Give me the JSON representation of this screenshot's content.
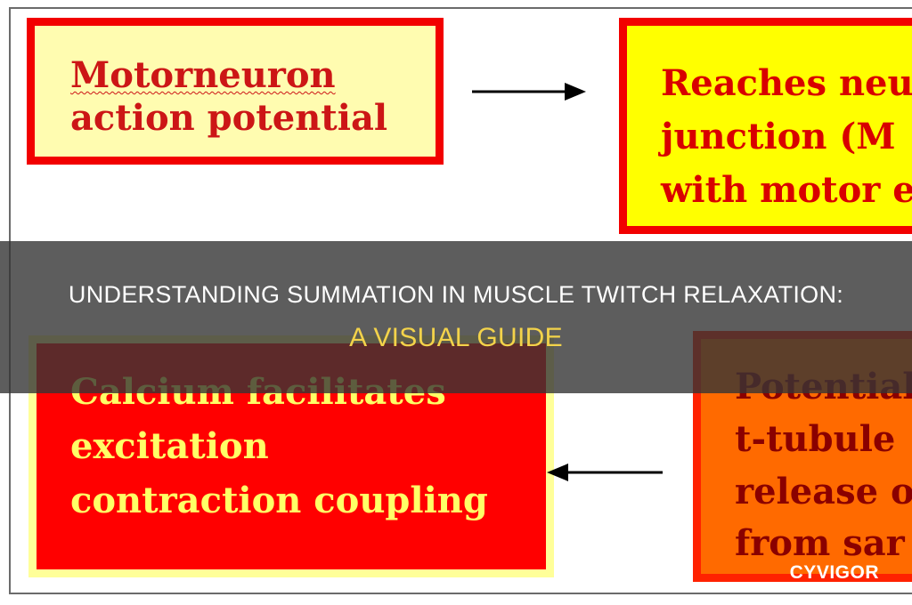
{
  "diagram": {
    "boxes": {
      "motorneuron": {
        "lines": [
          "Motorneuron",
          "action potential"
        ]
      },
      "reaches": {
        "lines": [
          "Reaches neu",
          "junction (M",
          "with motor e"
        ]
      },
      "calcium": {
        "lines": [
          "Calcium facilitates",
          "excitation",
          "contraction coupling"
        ]
      },
      "potential": {
        "lines": [
          "Potential",
          "t-tubule",
          "release o",
          "from sar"
        ]
      }
    },
    "arrows": [
      {
        "from": "motorneuron",
        "to": "reaches",
        "direction": "right"
      },
      {
        "from": "potential",
        "to": "calcium",
        "direction": "left"
      }
    ],
    "colors": {
      "red": "#f20000",
      "yellow": "#ffff00",
      "pale_yellow": "#fffcb0",
      "orange": "#ff6a00"
    }
  },
  "banner": {
    "title_line1": "UNDERSTANDING SUMMATION IN MUSCLE TWITCH RELAXATION:",
    "title_line2": "A VISUAL GUIDE"
  },
  "watermark": "CYVIGOR"
}
